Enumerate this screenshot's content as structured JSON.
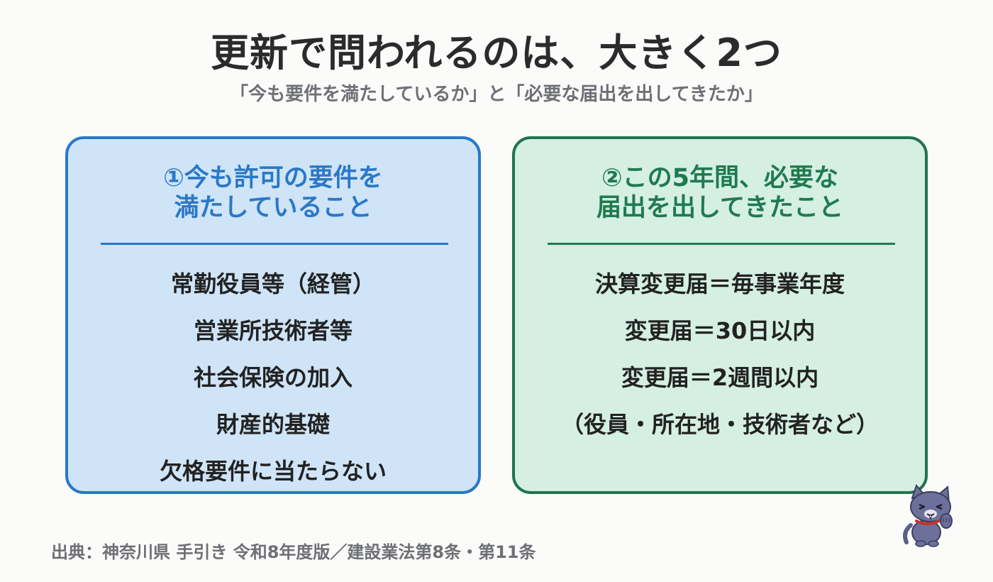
{
  "header": {
    "title": "更新で問われるのは、大きく2つ",
    "subtitle": "「今も要件を満たしているか」と「必要な届出を出してきたか」"
  },
  "cards": [
    {
      "heading_line1": "①今も許可の要件を",
      "heading_line2": "満たしていること",
      "items": [
        "常勤役員等（経管）",
        "営業所技術者等",
        "社会保険の加入",
        "財産的基礎",
        "欠格要件に当たらない"
      ]
    },
    {
      "heading_line1": "②この5年間、必要な",
      "heading_line2": "届出を出してきたこと",
      "items": [
        "決算変更届＝毎事業年度",
        "変更届＝30日以内",
        "変更届＝2週間以内",
        "（役員・所在地・技術者など）"
      ]
    }
  ],
  "footer": {
    "source": "出典：神奈川県 手引き 令和8年度版／建設業法第8条・第11条"
  },
  "colors": {
    "left_accent": "#2a78c8",
    "left_bg": "#cfe4f7",
    "right_accent": "#1f7a50",
    "right_bg": "#d5efe3"
  },
  "icons": {
    "mascot": "cat-mascot-icon"
  }
}
